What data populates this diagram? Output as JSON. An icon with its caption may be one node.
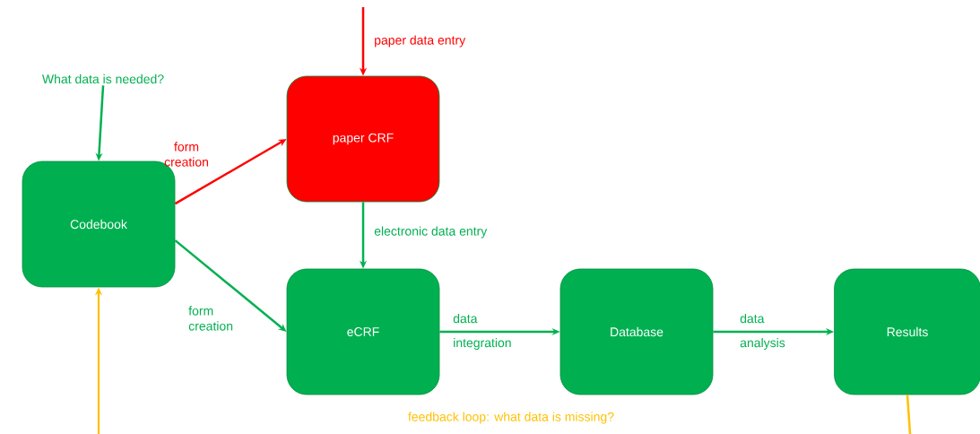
{
  "diagram": {
    "nodes": [
      {
        "text": [
          "What data is needed?"
        ]
      },
      {
        "text": [
          "Codebook"
        ]
      },
      {
        "text": [
          "paper CRF"
        ]
      },
      {
        "text": [
          "eCRF"
        ]
      },
      {
        "text": [
          "Database"
        ]
      },
      {
        "text": [
          "Results"
        ]
      }
    ],
    "edges": [
      {
        "from": 0,
        "to": 1,
        "arrow": "to"
      },
      {
        "from": null,
        "to": 2,
        "arrow": "to",
        "label": "paper data entry",
        "color": "#ff0000"
      },
      {
        "from": 1,
        "to": 2,
        "arrow": "to",
        "label": "form creation",
        "color": "#ff0000"
      },
      {
        "from": 2,
        "to": 3,
        "arrow": "to",
        "label": "electronic data entry"
      },
      {
        "from": 1,
        "to": 3,
        "arrow": "to",
        "label": "form creation"
      },
      {
        "from": 3,
        "to": 4,
        "arrow": "to",
        "label": "data integration"
      },
      {
        "from": 4,
        "to": 5,
        "arrow": "to",
        "label": "data analysis"
      },
      {
        "from": 5,
        "to": null,
        "arrow": "none",
        "color": "#ffc000"
      },
      {
        "from": null,
        "to": 1,
        "arrow": "to",
        "color": "#ffc000"
      }
    ],
    "labels": [
      "feedback loop: what data is missing?"
    ]
  }
}
